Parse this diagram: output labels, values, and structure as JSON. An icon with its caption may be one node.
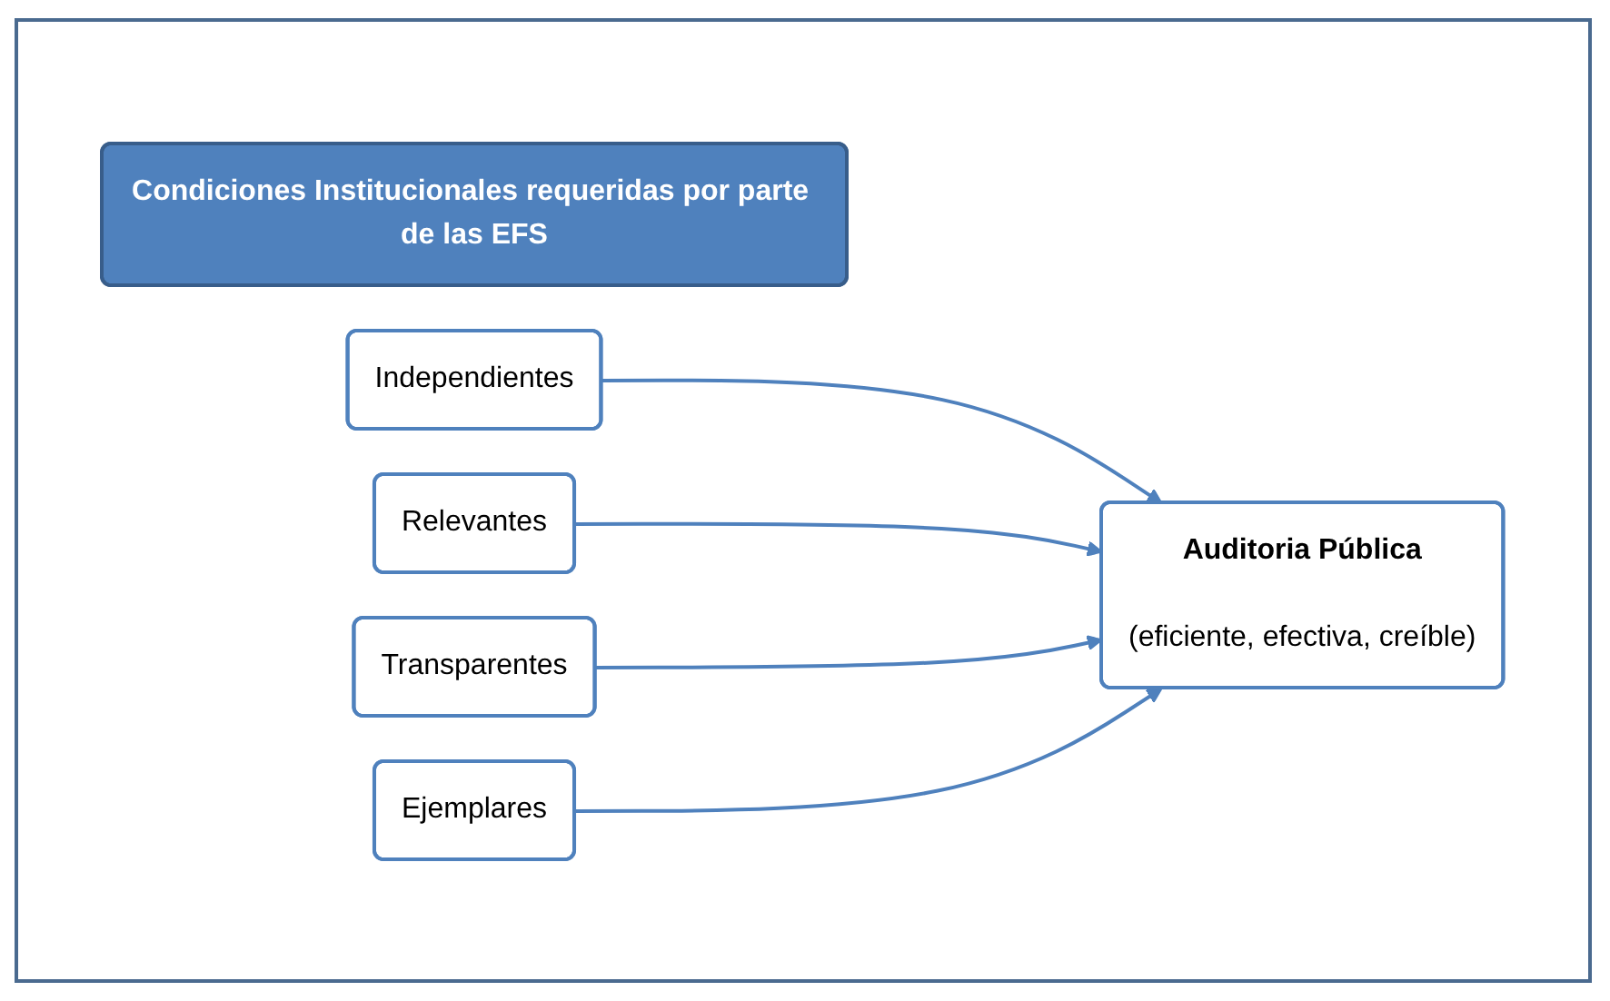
{
  "diagram": {
    "nodes": [
      {
        "text": [
          "Condiciones Institucionales requeridas por parte de las EFS"
        ]
      },
      {
        "text": [
          "Independientes"
        ]
      },
      {
        "text": [
          "Relevantes"
        ]
      },
      {
        "text": [
          "Transparentes"
        ]
      },
      {
        "text": [
          "Ejemplares"
        ]
      },
      {
        "text": [
          "Auditoria Pública",
          "(eficiente, efectiva, creíble)"
        ]
      }
    ],
    "edges": [
      {
        "from": 1,
        "to": 5,
        "arrow": "to"
      },
      {
        "from": 2,
        "to": 5,
        "arrow": "to"
      },
      {
        "from": 3,
        "to": 5,
        "arrow": "to"
      },
      {
        "from": 4,
        "to": 5,
        "arrow": "to"
      }
    ]
  }
}
